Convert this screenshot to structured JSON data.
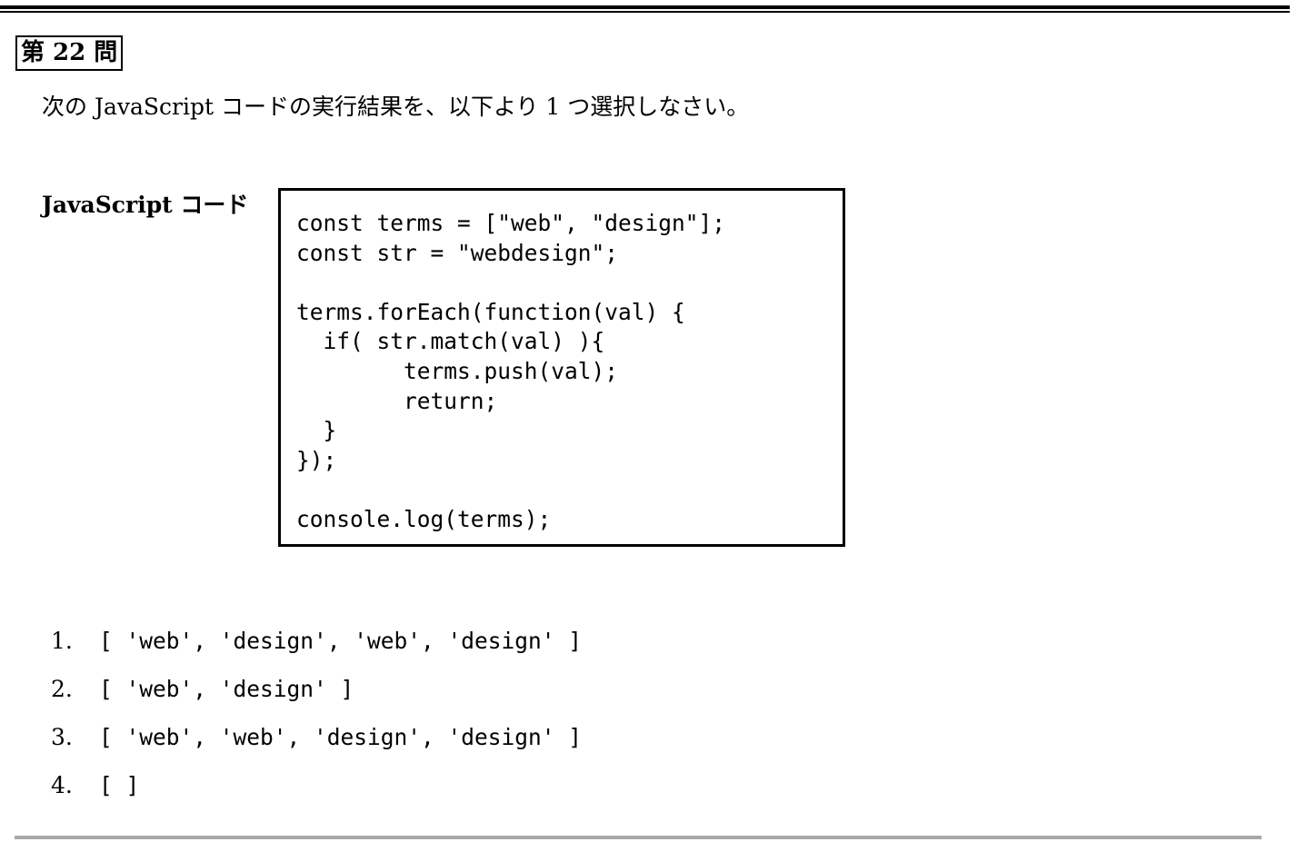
{
  "question": {
    "number_label": "第 22 問",
    "prompt": "次の JavaScript コードの実行結果を、以下より 1 つ選択しなさい。",
    "code_label": "JavaScript コード",
    "code": "const terms = [\"web\", \"design\"];\nconst str = \"webdesign\";\n\nterms.forEach(function(val) {\n  if( str.match(val) ){\n        terms.push(val);\n        return;\n  }\n});\n\nconsole.log(terms);"
  },
  "options": [
    {
      "number": "1.",
      "text": "[ 'web', 'design', 'web', 'design' ]"
    },
    {
      "number": "2.",
      "text": "[ 'web', 'design' ]"
    },
    {
      "number": "3.",
      "text": "[ 'web', 'web', 'design', 'design' ]"
    },
    {
      "number": "4.",
      "text": "[ ]"
    }
  ]
}
